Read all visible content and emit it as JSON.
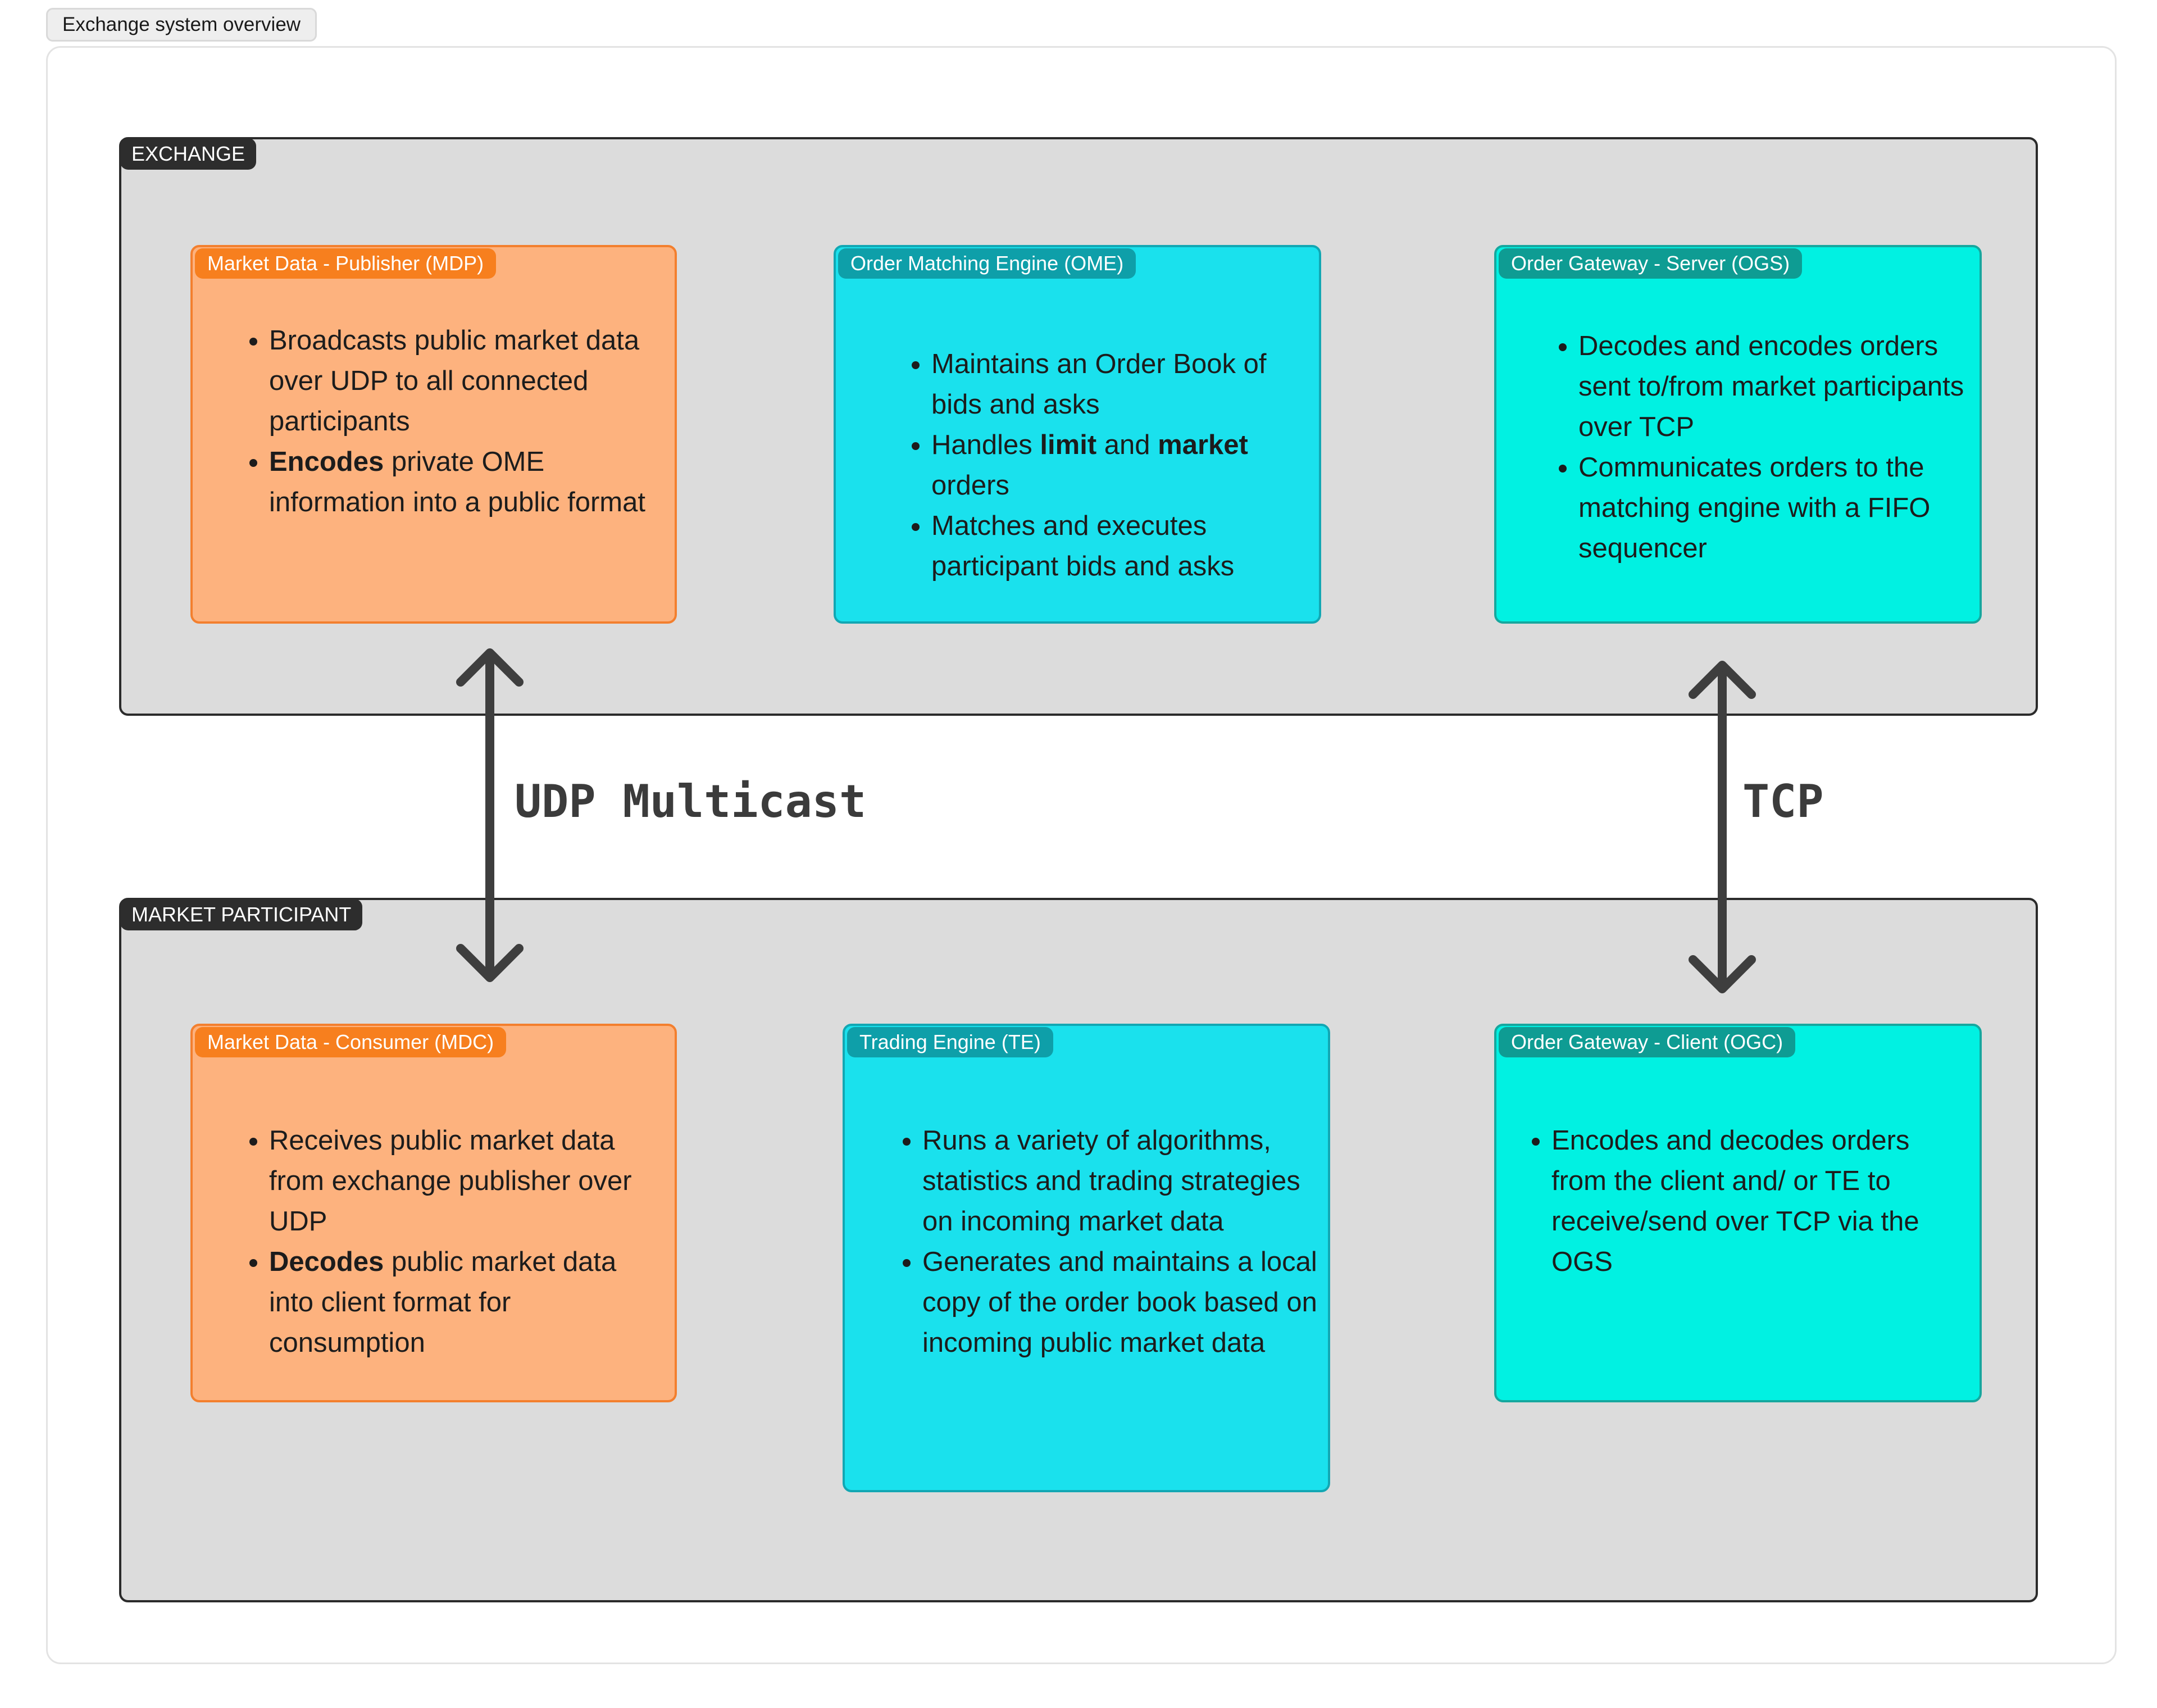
{
  "frame": {
    "title": "Exchange system overview"
  },
  "exchange": {
    "label": "EXCHANGE",
    "boxes": [
      {
        "label": "Market Data - Publisher (MDP)",
        "bullets": [
          {
            "parts": [
              {
                "t": "Broadcasts public market data over UDP to all connected participants",
                "b": false
              }
            ]
          },
          {
            "parts": [
              {
                "t": "Encodes",
                "b": true
              },
              {
                "t": " private OME information into a public format",
                "b": false
              }
            ]
          }
        ]
      },
      {
        "label": "Order Matching Engine (OME)",
        "bullets": [
          {
            "parts": [
              {
                "t": "Maintains an Order Book of bids and asks",
                "b": false
              }
            ]
          },
          {
            "parts": [
              {
                "t": "Handles ",
                "b": false
              },
              {
                "t": "limit",
                "b": true
              },
              {
                "t": " and ",
                "b": false
              },
              {
                "t": "market",
                "b": true
              },
              {
                "t": " orders",
                "b": false
              }
            ]
          },
          {
            "parts": [
              {
                "t": "Matches and executes participant bids and asks",
                "b": false
              }
            ]
          }
        ]
      },
      {
        "label": "Order Gateway - Server (OGS)",
        "bullets": [
          {
            "parts": [
              {
                "t": "Decodes and encodes orders sent to/from market participants over TCP",
                "b": false
              }
            ]
          },
          {
            "parts": [
              {
                "t": "Communicates orders to the matching engine with a FIFO sequencer",
                "b": false
              }
            ]
          }
        ]
      }
    ]
  },
  "participant": {
    "label": "MARKET PARTICIPANT",
    "boxes": [
      {
        "label": "Market Data - Consumer (MDC)",
        "bullets": [
          {
            "parts": [
              {
                "t": "Receives public market data from exchange publisher over UDP",
                "b": false
              }
            ]
          },
          {
            "parts": [
              {
                "t": "Decodes",
                "b": true
              },
              {
                "t": " public market data into client format for consumption",
                "b": false
              }
            ]
          }
        ]
      },
      {
        "label": "Trading Engine (TE)",
        "bullets": [
          {
            "parts": [
              {
                "t": "Runs a variety of algorithms, statistics and trading strategies on incoming market data",
                "b": false
              }
            ]
          },
          {
            "parts": [
              {
                "t": "Generates and maintains a local copy of the order book based on incoming public market data",
                "b": false
              }
            ]
          }
        ]
      },
      {
        "label": "Order Gateway - Client (OGC)",
        "bullets": [
          {
            "parts": [
              {
                "t": "Encodes and decodes orders from the client and/ or TE to receive/send over TCP via the OGS",
                "b": false
              }
            ]
          }
        ]
      }
    ]
  },
  "connections": {
    "udp_label": "UDP Multicast",
    "tcp_label": "TCP"
  }
}
